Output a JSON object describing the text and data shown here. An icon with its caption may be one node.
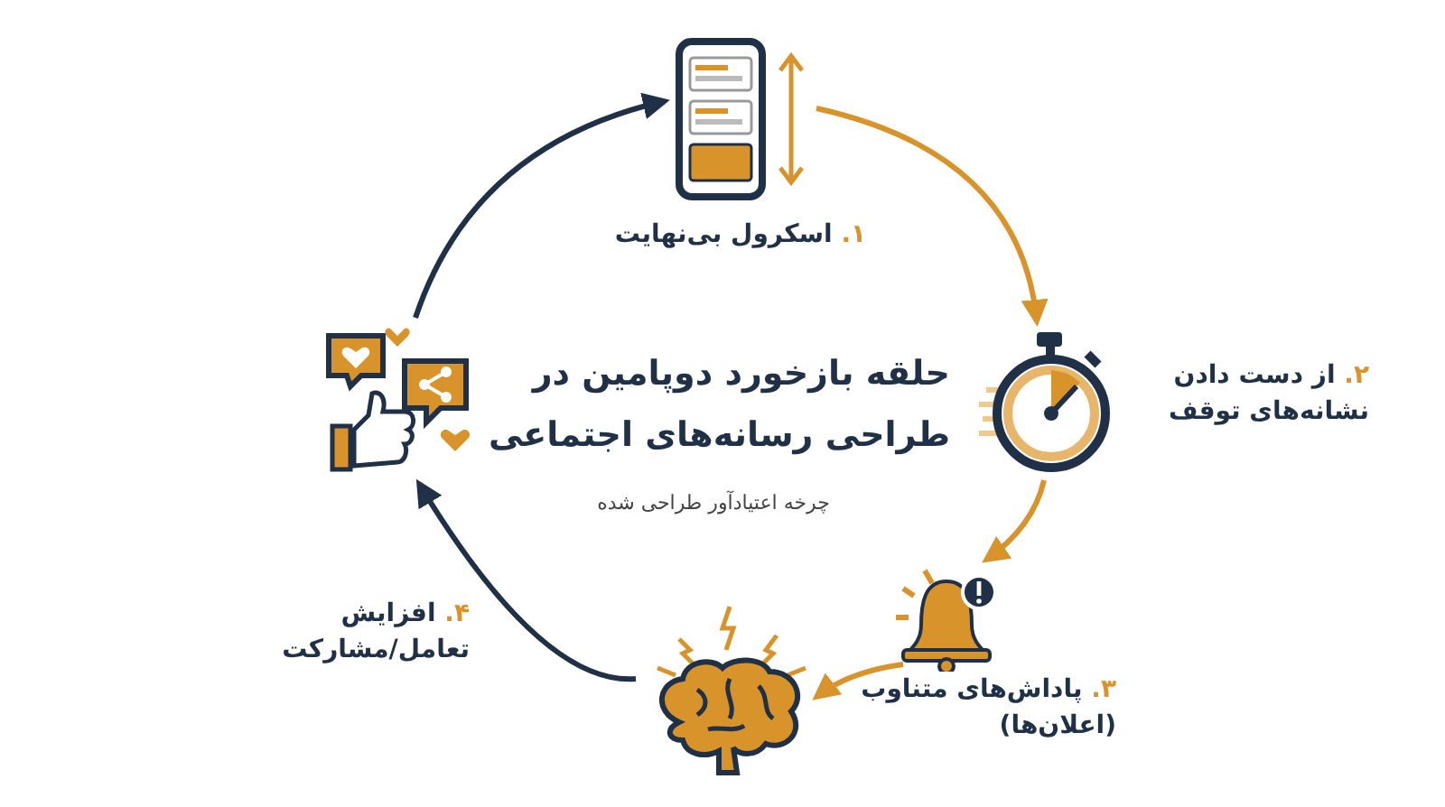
{
  "diagram": {
    "title": "حلقه بازخورد دوپامین در طراحی رسانه‌های اجتماعی",
    "caption": "چرخه اعتیادآور طراحی شده",
    "nodes": [
      {
        "text": [],
        "shape": "picture",
        "beside": [
          "۱.",
          "اسکرول بی‌نهایت"
        ]
      },
      {
        "text": [],
        "shape": "picture",
        "beside": [
          "۲.",
          "از دست دادن نشانه‌های توقف"
        ]
      },
      {
        "text": [],
        "shape": "picture",
        "beside": [
          "۳.",
          "پاداش‌های متناوب (اعلان‌ها)"
        ]
      },
      {
        "text": [],
        "shape": "picture"
      },
      {
        "text": [],
        "shape": "picture",
        "beside": [
          "۴.",
          "افزایش تعامل/مشارکت"
        ]
      }
    ],
    "edges": [
      {
        "from": 0,
        "to": 1,
        "arrow": "to"
      },
      {
        "from": 1,
        "to": 2,
        "arrow": "to"
      },
      {
        "from": 2,
        "to": 3,
        "arrow": "to"
      },
      {
        "from": 3,
        "to": 4,
        "arrow": "to",
        "color": "#1f3047"
      },
      {
        "from": 4,
        "to": 0,
        "arrow": "to",
        "color": "#1f3047"
      }
    ]
  }
}
